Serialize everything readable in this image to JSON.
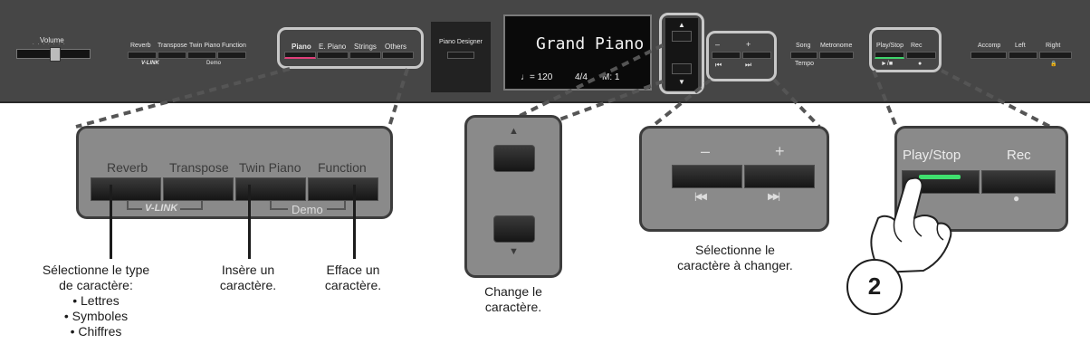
{
  "panel": {
    "volume": "Volume",
    "group1": [
      "Reverb",
      "Transpose",
      "Twin Piano",
      "Function"
    ],
    "vlink": "V-LINK",
    "demo": "Demo",
    "tones": [
      "Piano",
      "E. Piano",
      "Strings",
      "Others"
    ],
    "piano_designer": "Piano Designer",
    "display": {
      "line1": "Grand Piano",
      "tempo": "♩= 120",
      "beat": "4/4",
      "measure": "M:  1"
    },
    "minus": "–",
    "plus": "+",
    "rewind": "⏮",
    "forward": "⏭",
    "up": "▲",
    "down": "▼",
    "song": "Song",
    "metronome": "Metronome",
    "tempo_label": "Tempo",
    "play_stop": "Play/Stop",
    "rec": "Rec",
    "play_symbol": "►/■",
    "rec_symbol": "●",
    "accomp": "Accomp",
    "left": "Left",
    "right": "Right",
    "lock": "🔒"
  },
  "callout1": {
    "labels": [
      "Reverb",
      "Transpose",
      "Twin Piano",
      "Function"
    ],
    "vlink": "V-LINK",
    "demo": "Demo"
  },
  "callout3": {
    "minus": "–",
    "plus": "+",
    "rewind": "|◀◀",
    "forward": "▶▶|"
  },
  "callout4": {
    "play_stop": "Play/Stop",
    "rec": "Rec",
    "rec_symbol": "●"
  },
  "captions": {
    "reverb_line1": "Sélectionne le type",
    "reverb_line2": "de caractère:",
    "bullet1": "• Lettres",
    "bullet2": "• Symboles",
    "bullet3": "• Chiffres",
    "insert_line1": "Insère un",
    "insert_line2": "caractère.",
    "erase_line1": "Efface un",
    "erase_line2": "caractère.",
    "change_line1": "Change le",
    "change_line2": "caractère.",
    "select_line1": "Sélectionne le",
    "select_line2": "caractère à changer."
  },
  "step_number": "2"
}
